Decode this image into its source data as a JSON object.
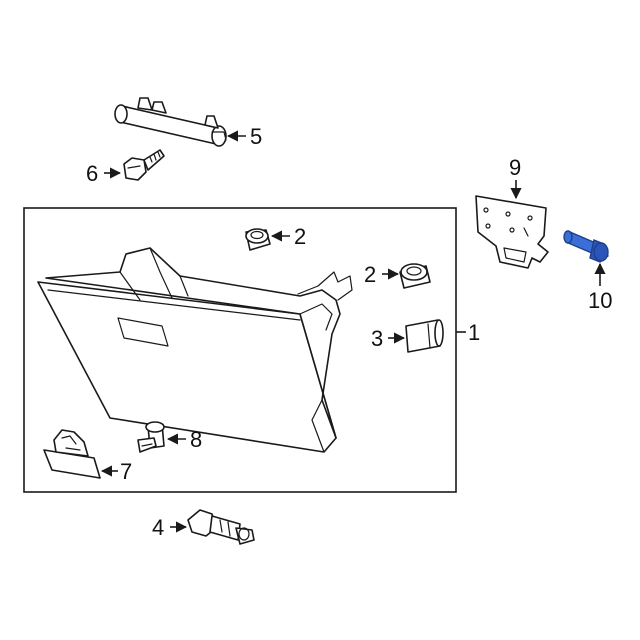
{
  "callouts": {
    "c1": "1",
    "c2a": "2",
    "c2b": "2",
    "c3": "3",
    "c4": "4",
    "c5": "5",
    "c6": "6",
    "c7": "7",
    "c8": "8",
    "c9": "9",
    "c10": "10"
  },
  "colors": {
    "line": "#1a1a1a",
    "highlight_part": "#3b6fd8"
  }
}
